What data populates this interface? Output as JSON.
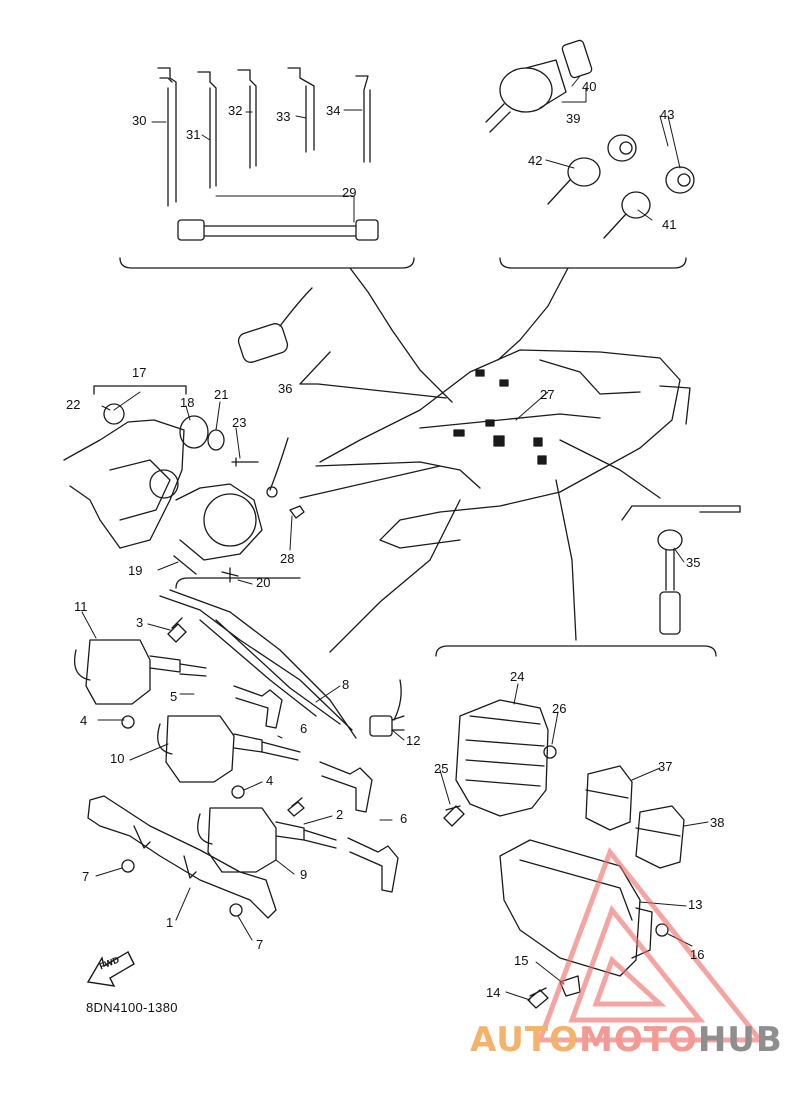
{
  "diagram": {
    "callouts": [
      {
        "id": "c1",
        "text": "1"
      },
      {
        "id": "c2",
        "text": "2"
      },
      {
        "id": "c3",
        "text": "3"
      },
      {
        "id": "c4a",
        "text": "4"
      },
      {
        "id": "c4b",
        "text": "4"
      },
      {
        "id": "c5",
        "text": "5"
      },
      {
        "id": "c6a",
        "text": "6"
      },
      {
        "id": "c6b",
        "text": "6"
      },
      {
        "id": "c7a",
        "text": "7"
      },
      {
        "id": "c7b",
        "text": "7"
      },
      {
        "id": "c8",
        "text": "8"
      },
      {
        "id": "c9",
        "text": "9"
      },
      {
        "id": "c10",
        "text": "10"
      },
      {
        "id": "c11",
        "text": "11"
      },
      {
        "id": "c12",
        "text": "12"
      },
      {
        "id": "c13",
        "text": "13"
      },
      {
        "id": "c14",
        "text": "14"
      },
      {
        "id": "c15",
        "text": "15"
      },
      {
        "id": "c16",
        "text": "16"
      },
      {
        "id": "c17",
        "text": "17"
      },
      {
        "id": "c18",
        "text": "18"
      },
      {
        "id": "c19",
        "text": "19"
      },
      {
        "id": "c20",
        "text": "20"
      },
      {
        "id": "c21",
        "text": "21"
      },
      {
        "id": "c22",
        "text": "22"
      },
      {
        "id": "c23",
        "text": "23"
      },
      {
        "id": "c24",
        "text": "24"
      },
      {
        "id": "c25",
        "text": "25"
      },
      {
        "id": "c26",
        "text": "26"
      },
      {
        "id": "c27",
        "text": "27"
      },
      {
        "id": "c28",
        "text": "28"
      },
      {
        "id": "c29",
        "text": "29"
      },
      {
        "id": "c30",
        "text": "30"
      },
      {
        "id": "c31",
        "text": "31"
      },
      {
        "id": "c32",
        "text": "32"
      },
      {
        "id": "c33",
        "text": "33"
      },
      {
        "id": "c34",
        "text": "34"
      },
      {
        "id": "c35",
        "text": "35"
      },
      {
        "id": "c36",
        "text": "36"
      },
      {
        "id": "c37",
        "text": "37"
      },
      {
        "id": "c38",
        "text": "38"
      },
      {
        "id": "c39",
        "text": "39"
      },
      {
        "id": "c40",
        "text": "40"
      },
      {
        "id": "c41",
        "text": "41"
      },
      {
        "id": "c42",
        "text": "42"
      },
      {
        "id": "c43",
        "text": "43"
      }
    ],
    "drawing_code": "8DN4100-1380",
    "fwd_label": "FWD",
    "watermark": {
      "part1": "AUTO",
      "part2": "MOTO",
      "part3": "HUB"
    },
    "colors": {
      "line": "#1a1a1a",
      "watermark_orange": "#f4b26a",
      "watermark_red": "#ee6b64",
      "watermark_gray": "#8e8e8e"
    }
  }
}
